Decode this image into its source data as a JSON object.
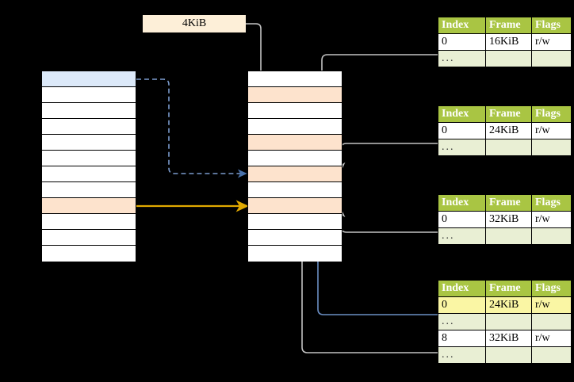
{
  "diagram": {
    "title_label": "4KiB",
    "virtual_column": {
      "name": "virtual-address-space-column",
      "rows": [
        {
          "fill": "blue"
        },
        {
          "fill": "white"
        },
        {
          "fill": "white"
        },
        {
          "fill": "white"
        },
        {
          "fill": "white"
        },
        {
          "fill": "white"
        },
        {
          "fill": "white"
        },
        {
          "fill": "white"
        },
        {
          "fill": "peach"
        },
        {
          "fill": "white"
        },
        {
          "fill": "white"
        },
        {
          "fill": "white"
        }
      ]
    },
    "physical_column": {
      "name": "physical-memory-column",
      "rows": [
        {
          "fill": "white"
        },
        {
          "fill": "peach"
        },
        {
          "fill": "white"
        },
        {
          "fill": "white"
        },
        {
          "fill": "peach"
        },
        {
          "fill": "white"
        },
        {
          "fill": "peach"
        },
        {
          "fill": "white"
        },
        {
          "fill": "peach"
        },
        {
          "fill": "white"
        },
        {
          "fill": "white"
        },
        {
          "fill": "white"
        }
      ]
    },
    "page_tables": [
      {
        "name": "page-table-1",
        "headers": [
          "Index",
          "Frame",
          "Flags"
        ],
        "rows": [
          {
            "type": "entry",
            "cells": [
              "0",
              "16KiB",
              "r/w"
            ],
            "highlight": [
              false,
              false,
              false
            ]
          },
          {
            "type": "ellipsis",
            "cells": [
              "...",
              "",
              ""
            ]
          }
        ]
      },
      {
        "name": "page-table-2",
        "headers": [
          "Index",
          "Frame",
          "Flags"
        ],
        "rows": [
          {
            "type": "entry",
            "cells": [
              "0",
              "24KiB",
              "r/w"
            ],
            "highlight": [
              false,
              false,
              false
            ]
          },
          {
            "type": "ellipsis",
            "cells": [
              "...",
              "",
              ""
            ]
          }
        ]
      },
      {
        "name": "page-table-3",
        "headers": [
          "Index",
          "Frame",
          "Flags"
        ],
        "rows": [
          {
            "type": "entry",
            "cells": [
              "0",
              "32KiB",
              "r/w"
            ],
            "highlight": [
              false,
              false,
              false
            ]
          },
          {
            "type": "ellipsis",
            "cells": [
              "...",
              "",
              ""
            ]
          }
        ]
      },
      {
        "name": "page-table-4",
        "headers": [
          "Index",
          "Frame",
          "Flags"
        ],
        "rows": [
          {
            "type": "entry",
            "cells": [
              "0",
              "24KiB",
              "r/w"
            ],
            "highlight": [
              true,
              true,
              true
            ]
          },
          {
            "type": "ellipsis",
            "cells": [
              "...",
              "",
              ""
            ]
          },
          {
            "type": "entry",
            "cells": [
              "8",
              "32KiB",
              "r/w"
            ],
            "highlight": [
              false,
              false,
              false
            ]
          },
          {
            "type": "ellipsis",
            "cells": [
              "...",
              "",
              ""
            ]
          }
        ]
      }
    ],
    "colors": {
      "header_green": "#a9c543",
      "ellipsis_green": "#e9efd4",
      "highlight_yellow": "#faf6a4",
      "peach": "#fde3cd",
      "blue": "#dce9f9",
      "label_cream": "#fdefd8",
      "arrow_orange": "#e0a800",
      "arrow_blue": "#6b8fc4",
      "arrow_gray": "#b3b3b3",
      "background": "#000000"
    },
    "connectors": [
      {
        "name": "dashed-blue-virtual-to-physical",
        "style": "dashed",
        "color": "#6b8fc4"
      },
      {
        "name": "solid-orange-virtual-to-physical",
        "style": "solid",
        "color": "#e0a800"
      },
      {
        "name": "label-4kib-to-physical",
        "style": "solid",
        "color": "#b3b3b3"
      },
      {
        "name": "page-table-1-to-physical",
        "style": "solid",
        "color": "#b3b3b3"
      },
      {
        "name": "page-table-2-to-physical",
        "style": "solid",
        "color": "#b3b3b3"
      },
      {
        "name": "page-table-3-to-physical",
        "style": "solid",
        "color": "#b3b3b3"
      },
      {
        "name": "page-table-4-entry0-to-physical",
        "style": "solid",
        "color": "#6b8fc4"
      },
      {
        "name": "page-table-4-entry8-to-physical",
        "style": "solid",
        "color": "#b3b3b3"
      }
    ]
  }
}
